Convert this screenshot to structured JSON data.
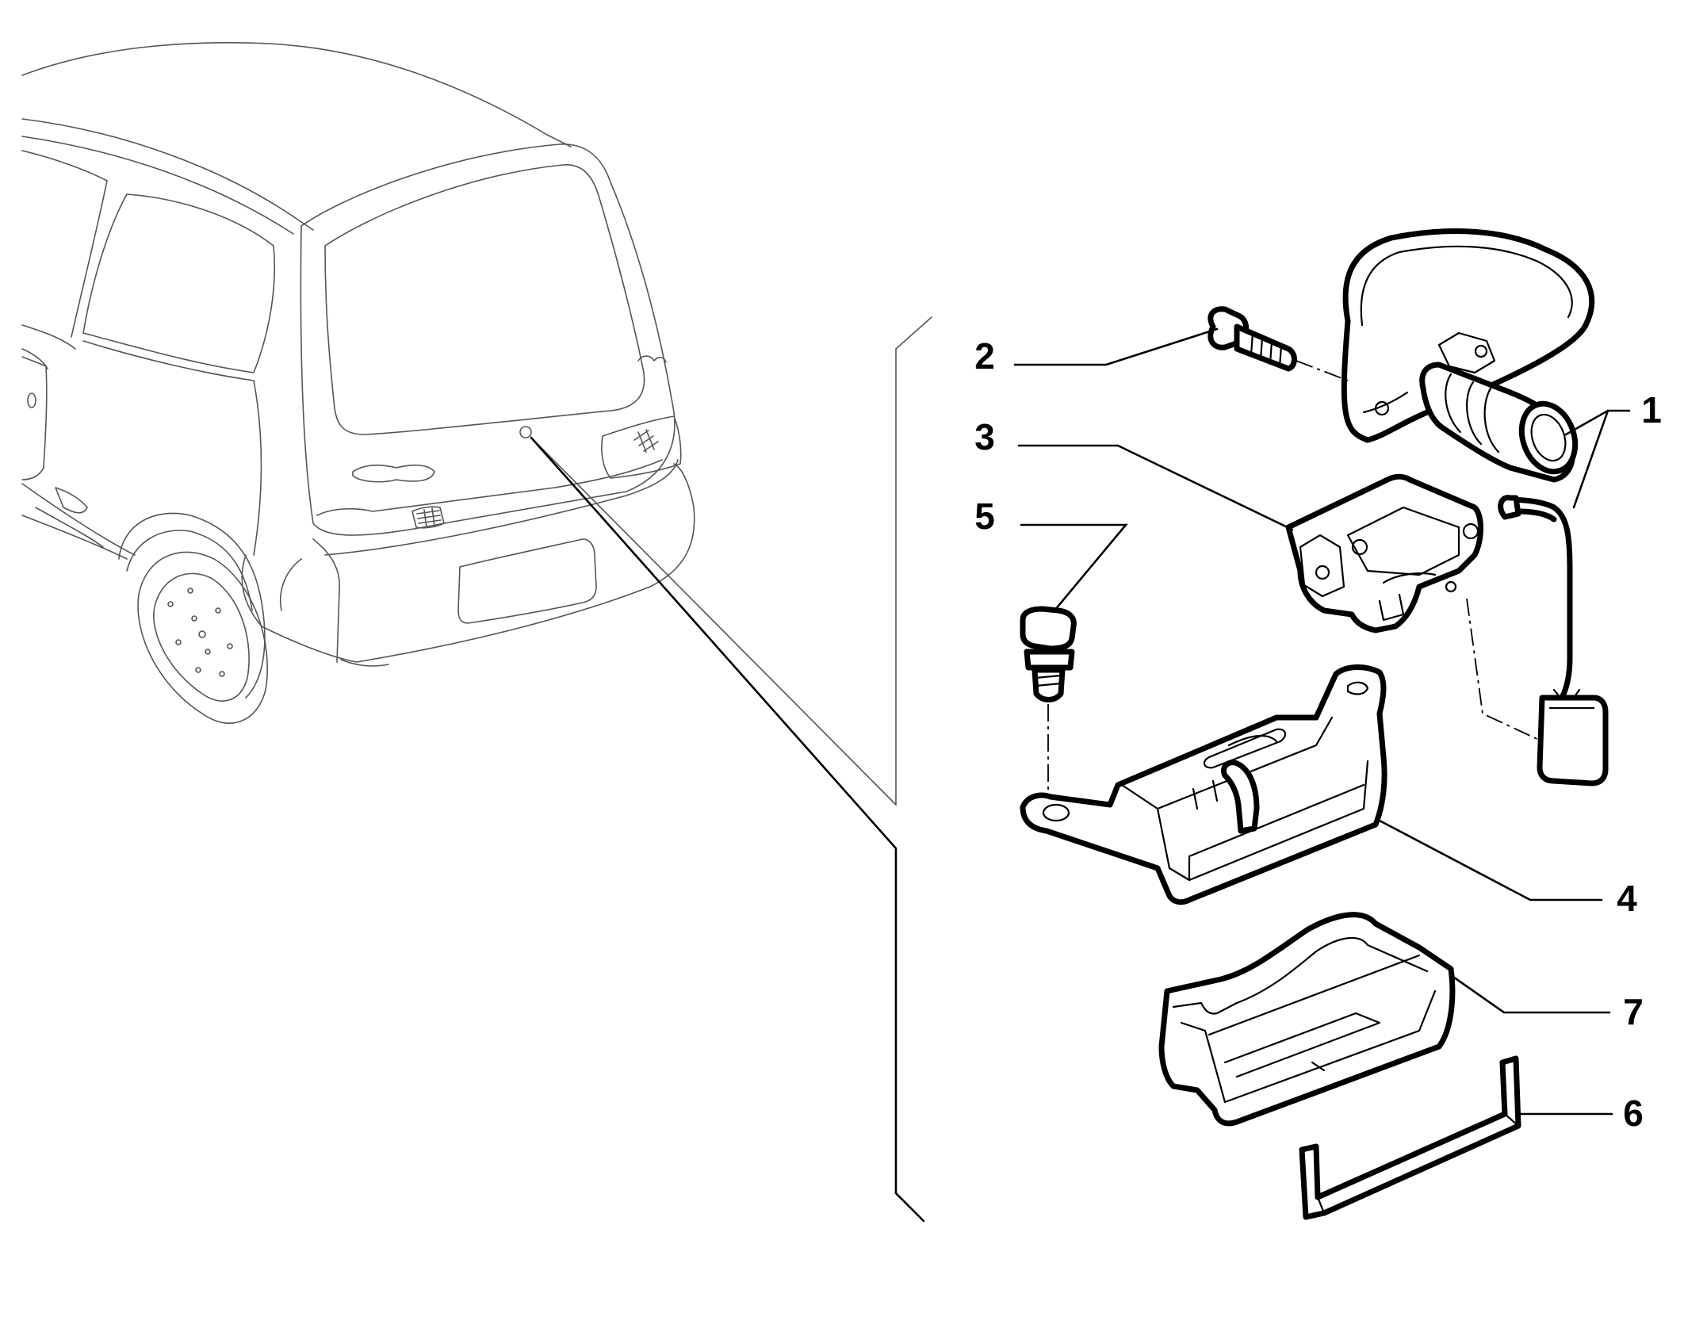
{
  "callouts": [
    {
      "number": "1"
    },
    {
      "number": "2"
    },
    {
      "number": "3"
    },
    {
      "number": "4"
    },
    {
      "number": "5"
    },
    {
      "number": "6"
    },
    {
      "number": "7"
    }
  ]
}
